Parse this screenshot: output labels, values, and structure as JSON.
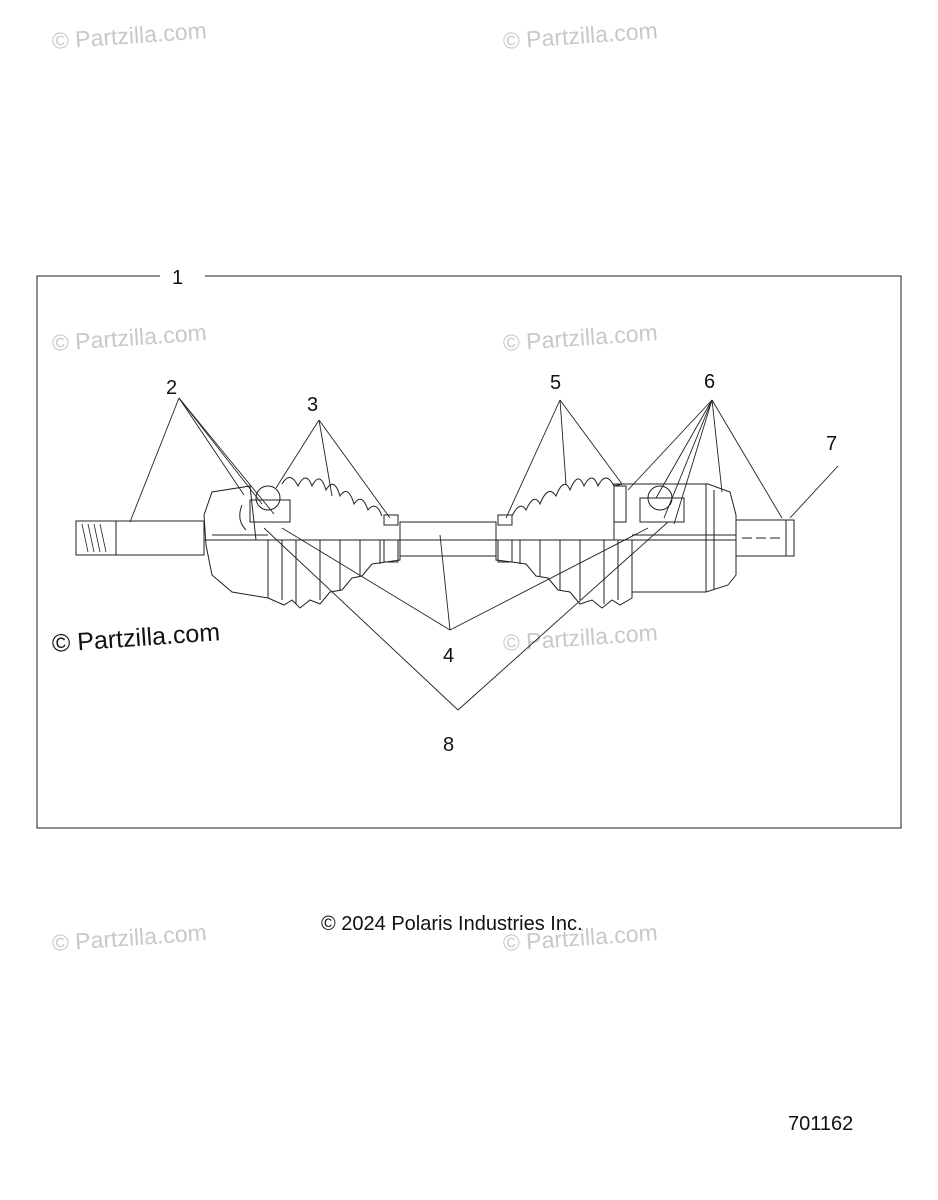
{
  "watermark": "© Partzilla.com",
  "callouts": [
    "1",
    "2",
    "3",
    "4",
    "5",
    "6",
    "7",
    "8"
  ],
  "copyright": "© 2024 Polaris Industries Inc.",
  "doc_number": "701162"
}
